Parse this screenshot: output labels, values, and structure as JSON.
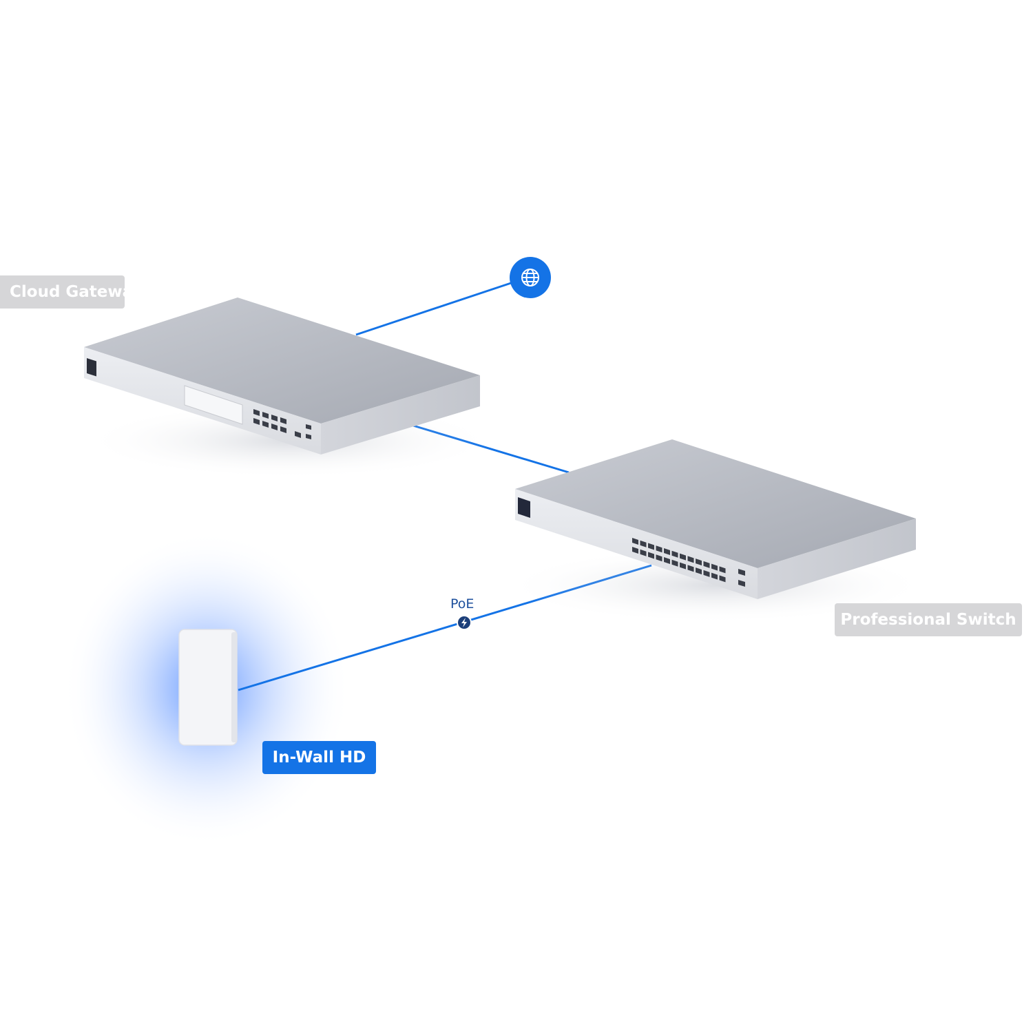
{
  "devices": {
    "gateway": {
      "label": "Cloud Gateway"
    },
    "switch": {
      "label": "Professional Switch"
    },
    "access_point": {
      "label": "In-Wall HD"
    }
  },
  "connections": {
    "poe_label": "PoE"
  },
  "colors": {
    "link": "#1473e6",
    "internet_badge": "#1473e6",
    "poe_badge": "#1c3f7a",
    "device_label_gray": "#d6d6d8",
    "device_label_active": "#1473e6"
  },
  "icons": {
    "internet": "globe-icon",
    "poe": "lightning-bolt-icon"
  }
}
